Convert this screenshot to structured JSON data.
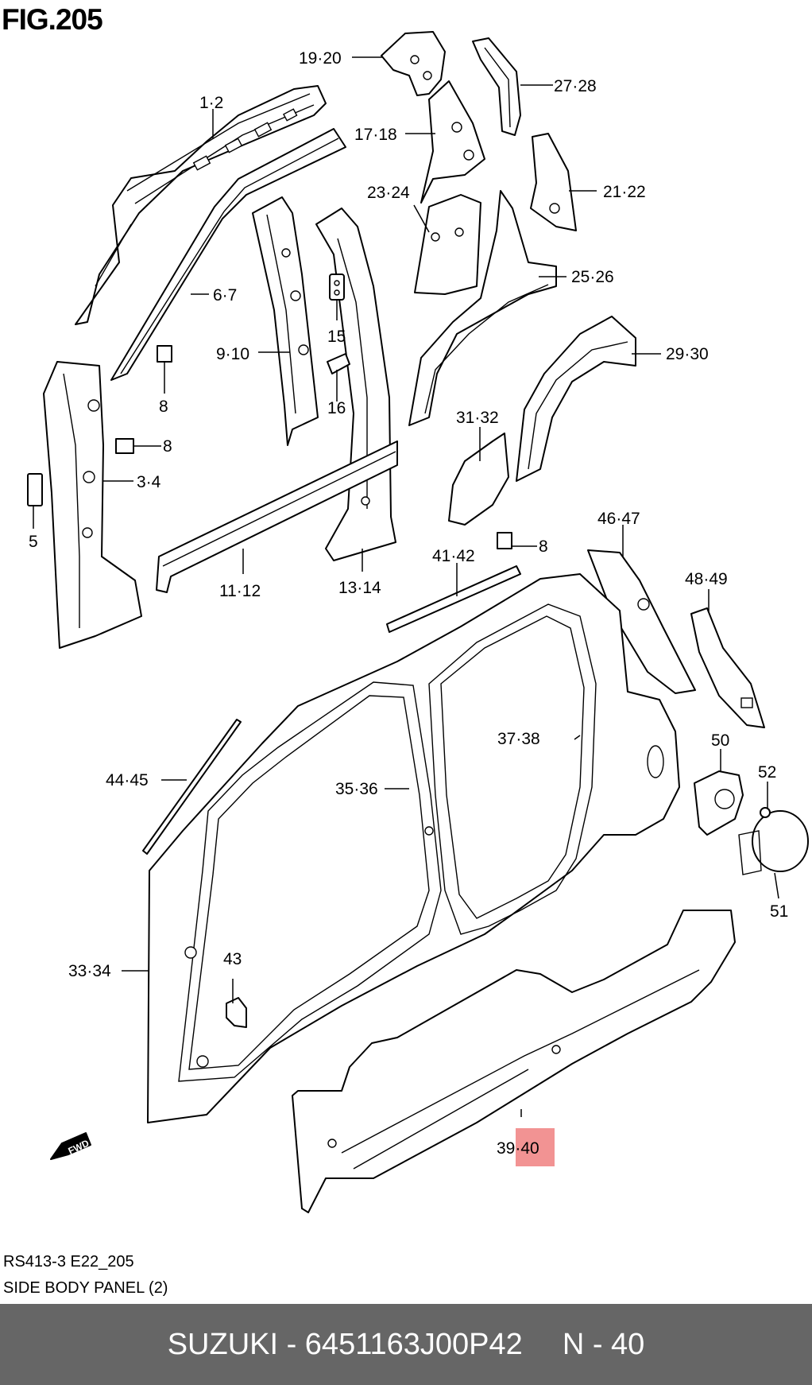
{
  "figure": {
    "title": "FIG.205",
    "code": "RS413-3 E22_205",
    "name": "SIDE BODY PANEL (2)"
  },
  "callouts": [
    {
      "id": "c-1-2",
      "text": "1·2"
    },
    {
      "id": "c-19-20",
      "text": "19·20"
    },
    {
      "id": "c-27-28",
      "text": "27·28"
    },
    {
      "id": "c-17-18",
      "text": "17·18"
    },
    {
      "id": "c-21-22",
      "text": "21·22"
    },
    {
      "id": "c-23-24",
      "text": "23·24"
    },
    {
      "id": "c-25-26",
      "text": "25·26"
    },
    {
      "id": "c-6-7",
      "text": "6·7"
    },
    {
      "id": "c-9-10",
      "text": "9·10"
    },
    {
      "id": "c-15",
      "text": "15"
    },
    {
      "id": "c-16",
      "text": "16"
    },
    {
      "id": "c-29-30",
      "text": "29·30"
    },
    {
      "id": "c-8a",
      "text": "8"
    },
    {
      "id": "c-8b",
      "text": "8"
    },
    {
      "id": "c-3-4",
      "text": "3·4"
    },
    {
      "id": "c-31-32",
      "text": "31·32"
    },
    {
      "id": "c-5",
      "text": "5"
    },
    {
      "id": "c-46-47",
      "text": "46·47"
    },
    {
      "id": "c-8c",
      "text": "8"
    },
    {
      "id": "c-41-42",
      "text": "41·42"
    },
    {
      "id": "c-48-49",
      "text": "48·49"
    },
    {
      "id": "c-11-12",
      "text": "11·12"
    },
    {
      "id": "c-13-14",
      "text": "13·14"
    },
    {
      "id": "c-37-38",
      "text": "37·38"
    },
    {
      "id": "c-50",
      "text": "50"
    },
    {
      "id": "c-44-45",
      "text": "44·45"
    },
    {
      "id": "c-35-36",
      "text": "35·36"
    },
    {
      "id": "c-52",
      "text": "52"
    },
    {
      "id": "c-51",
      "text": "51"
    },
    {
      "id": "c-43",
      "text": "43"
    },
    {
      "id": "c-33-34",
      "text": "33·34"
    },
    {
      "id": "c-39-40",
      "text": "39·40",
      "highlighted": true
    }
  ],
  "direction_marker": "FWD",
  "highlight_color": "#f08080",
  "footer": {
    "part": "SUZUKI - 6451163J00P42",
    "position": "N - 40",
    "background": "#666666"
  }
}
